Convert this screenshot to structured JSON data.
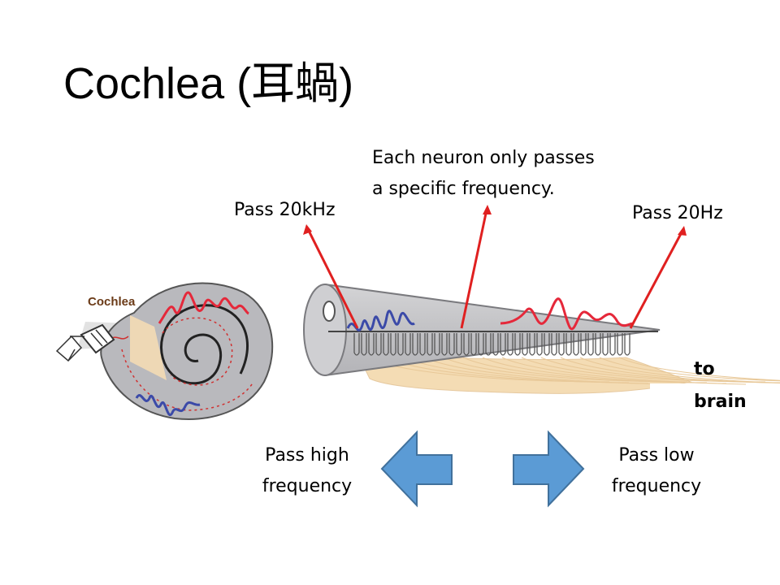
{
  "title": "Cochlea (耳蝸)",
  "cochlea_figure": {
    "label": "Cochlea"
  },
  "callouts": {
    "neuron_note_line1": "Each neuron only passes",
    "neuron_note_line2": "a specific frequency.",
    "high_freq_pass": "Pass 20kHz",
    "low_freq_pass": "Pass 20Hz"
  },
  "to_brain": {
    "line1": "to",
    "line2": "brain"
  },
  "direction": {
    "left_line1": "Pass high",
    "left_line2": "frequency",
    "right_line1": "Pass low",
    "right_line2": "frequency"
  },
  "colors": {
    "wave_red": "#e5283a",
    "wave_blue": "#3b4aa8",
    "pointer_red": "#e02020",
    "arrow_fill": "#5b9bd5",
    "arrow_stroke": "#41719c",
    "cochlea_gray": "#b9b9bd",
    "nerve_tan": "#f4dcb4"
  }
}
